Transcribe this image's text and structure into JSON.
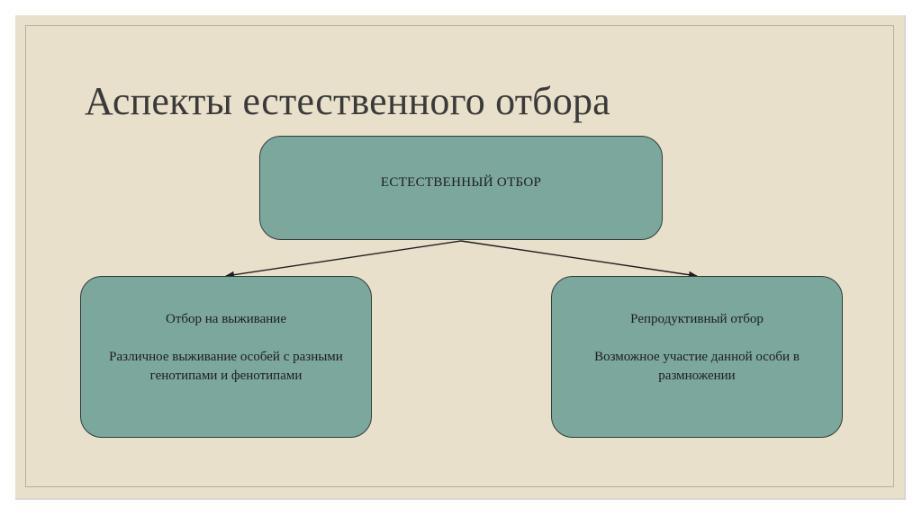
{
  "slide": {
    "title": "Аспекты естественного отбора",
    "background_color": "#e9e0cb",
    "node_color": "#7ba79d"
  },
  "diagram": {
    "root": {
      "label": "ЕСТЕСТВЕННЫЙ ОТБОР"
    },
    "children": [
      {
        "heading": "Отбор на выживание",
        "description": "Различное выживание особей с разными генотипами и фенотипами"
      },
      {
        "heading": "Репродуктивный отбор",
        "description": "Возможное участие данной особи в размножении"
      }
    ]
  }
}
